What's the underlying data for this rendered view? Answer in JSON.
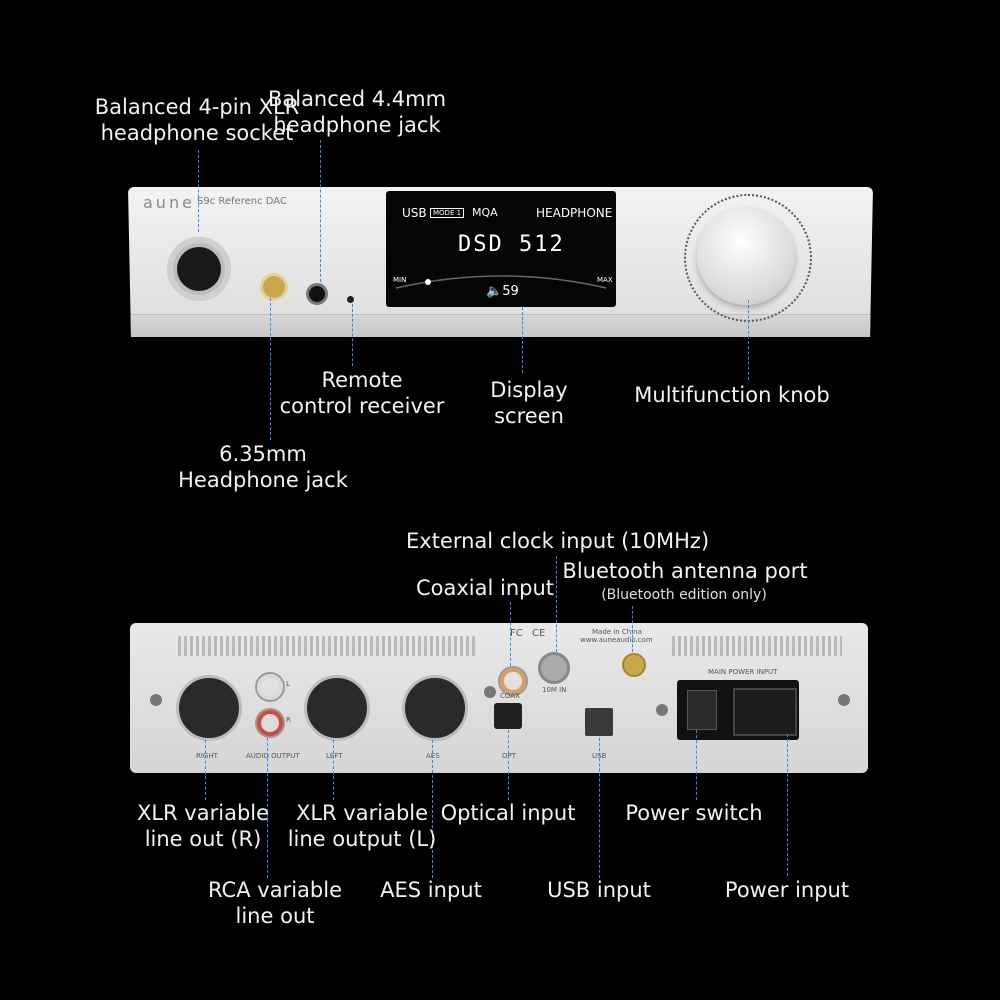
{
  "device": {
    "brand_logo": "aune",
    "model": "S9c Referenc DAC"
  },
  "display": {
    "source": "USB",
    "mode": "MODE 1",
    "mqa": "MQA",
    "output": "HEADPHONE",
    "format": "DSD  512",
    "min": "MIN",
    "max": "MAX",
    "volume": "59",
    "volume_icon": "speaker-icon"
  },
  "rear_panel_text": {
    "made_in": "Made in China",
    "website": "www.auneaudio.com",
    "fc": "FC",
    "ce": "CE",
    "main_power_input": "MAIN POWER INPUT",
    "right": "RIGHT",
    "audio_output": "AUDIO OUTPUT",
    "left": "LEFT",
    "aes": "AES",
    "coax": "COAX",
    "opt": "OPT",
    "usb": "USB",
    "ten_m_in": "10M IN",
    "l": "L",
    "r": "R"
  },
  "front_labels": {
    "xlr_socket": [
      "Balanced 4-pin XLR",
      "headphone socket"
    ],
    "jack_44": [
      "Balanced 4.4mm",
      "headphone jack"
    ],
    "remote": [
      "Remote",
      "control receiver"
    ],
    "display": [
      "Display",
      "screen"
    ],
    "knob": "Multifunction knob",
    "jack_635": [
      "6.35mm",
      "Headphone jack"
    ]
  },
  "rear_labels": {
    "ext_clock": "External clock input (10MHz)",
    "coaxial": "Coaxial input",
    "bluetooth": "Bluetooth antenna port",
    "bluetooth_note": "(Bluetooth edition only)",
    "xlr_r": [
      "XLR variable",
      "line out (R)"
    ],
    "xlr_l": [
      "XLR variable",
      "line output (L)"
    ],
    "optical": "Optical input",
    "power_switch": "Power switch",
    "rca": [
      "RCA variable",
      "line out"
    ],
    "aes": "AES input",
    "usb": "USB input",
    "power_input": "Power input"
  },
  "colors": {
    "background": "#000000",
    "leader_line": "#2f86ff",
    "panel": "#e6e6e6"
  }
}
